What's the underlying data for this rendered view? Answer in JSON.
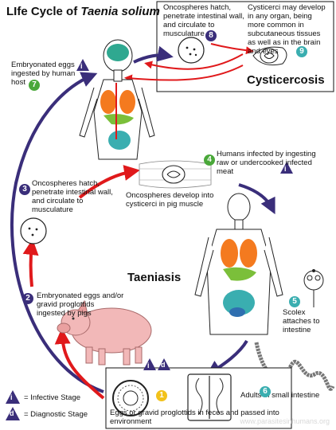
{
  "title": {
    "prefix": "LIfe Cycle of ",
    "species": "Taenia solium"
  },
  "steps": {
    "s1": {
      "num": "1",
      "text": "Eggs or gravid proglottids in feces and passed into environment",
      "color": "#f2c21b"
    },
    "s2": {
      "num": "2",
      "text": "Embryonated eggs and/or gravid proglottids ingested by pigs",
      "color": "#3a2e7a"
    },
    "s3": {
      "num": "3",
      "text": "Oncospheres hatch, penetrate intestinal wall, and circulate to musculature",
      "color": "#3a2e7a"
    },
    "s4": {
      "num": "4",
      "text": "Humans infected by ingesting raw or undercooked infected meat",
      "color": "#4aa83a"
    },
    "s5": {
      "num": "5",
      "text": "Scolex attaches to intestine",
      "color": "#3aaeb0"
    },
    "s6": {
      "num": "6",
      "text": "Adults in small intestine",
      "color": "#3aaeb0"
    },
    "s7": {
      "num": "7",
      "text": "Embryonated eggs ingested by human host",
      "color": "#4aa83a"
    },
    "s8": {
      "num": "8",
      "text": "Oncospheres hatch, penetrate intestinal wall, and circulate to musculature",
      "color": "#3a2e7a"
    },
    "s9": {
      "num": "9",
      "text": "Cysticerci may develop in any organ, being more common in subcutaneous tissues as well as in the brain and eyes",
      "color": "#3aaeb0"
    }
  },
  "labels": {
    "pig_muscle": "Oncospheres develop into cysticerci in pig muscle",
    "cysticercosis": "Cysticercosis",
    "taeniasis": "Taeniasis"
  },
  "legend": {
    "infective_symbol": "i",
    "infective": "= Infective Stage",
    "diagnostic_symbol": "d",
    "diagnostic": "= Diagnostic Stage"
  },
  "watermark": "www.parasitesinhumans.org",
  "colors": {
    "navy": "#3a2e7a",
    "red": "#e0191b",
    "green": "#4aa83a",
    "teal": "#3aaeb0",
    "yellow": "#f2c21b",
    "pig": "#f2b8b8",
    "lungs": "#f47a1f",
    "brain": "#2fa890",
    "liver": "#7bbf3a"
  }
}
